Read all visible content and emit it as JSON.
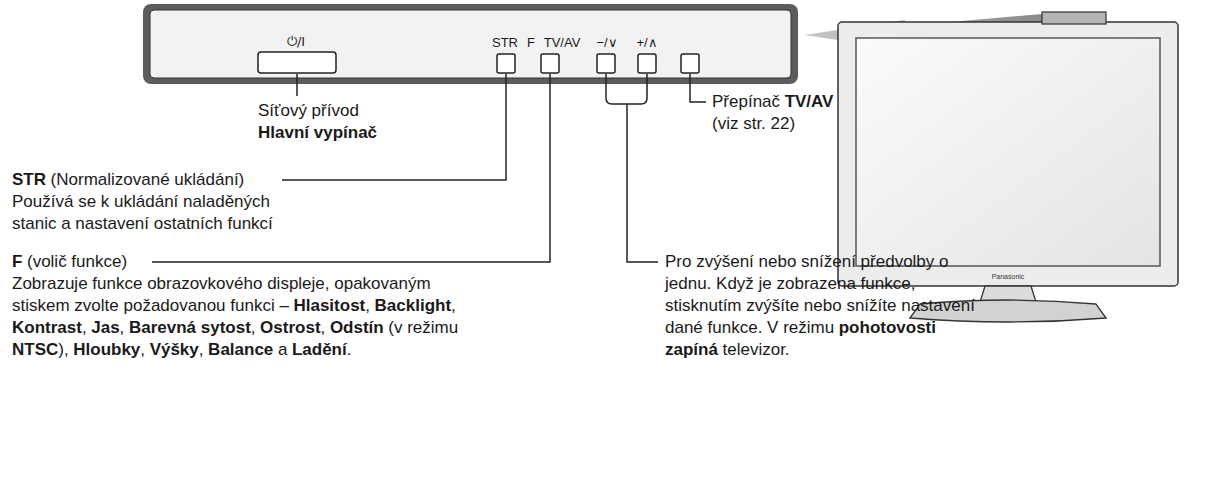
{
  "diagram": {
    "labels": [
      "⏻/I",
      "STR",
      "F",
      "TV/AV",
      "−/∨",
      "+/∧",
      "Síťový přívod",
      "Hlavní vypínač",
      "STR",
      "(Normalizované ukládání)",
      "Používá se k ukládání naladěných",
      "stanic a nastavení ostatních funkcí",
      "F",
      "(volič funkce)",
      "Zobrazuje funkce obrazovkového displeje, opakovaným",
      "stiskem zvolte požadovanou funkci –",
      "Hlasitost",
      ",",
      "Backlight",
      ",",
      "Kontrast",
      ",",
      "Jas",
      ",",
      "Barevná sytost",
      ",",
      "Ostrost",
      ",",
      "Odstín",
      "(v režimu",
      "NTSC",
      "),",
      "Hloubky",
      ",",
      "Výšky",
      ",",
      "Balance",
      "a",
      "Ladění",
      ".",
      "Přepínač",
      "TV/AV",
      "(viz str. 22)",
      "Pro zvýšení nebo snížení předvolby o",
      "jednu. Když je zobrazena funkce,",
      "stisknutím zvýšíte nebo snížíte nastavení",
      "dané funkce. V režimu",
      "pohotovosti",
      "zapíná",
      "televizor.",
      "Panasonic"
    ]
  }
}
